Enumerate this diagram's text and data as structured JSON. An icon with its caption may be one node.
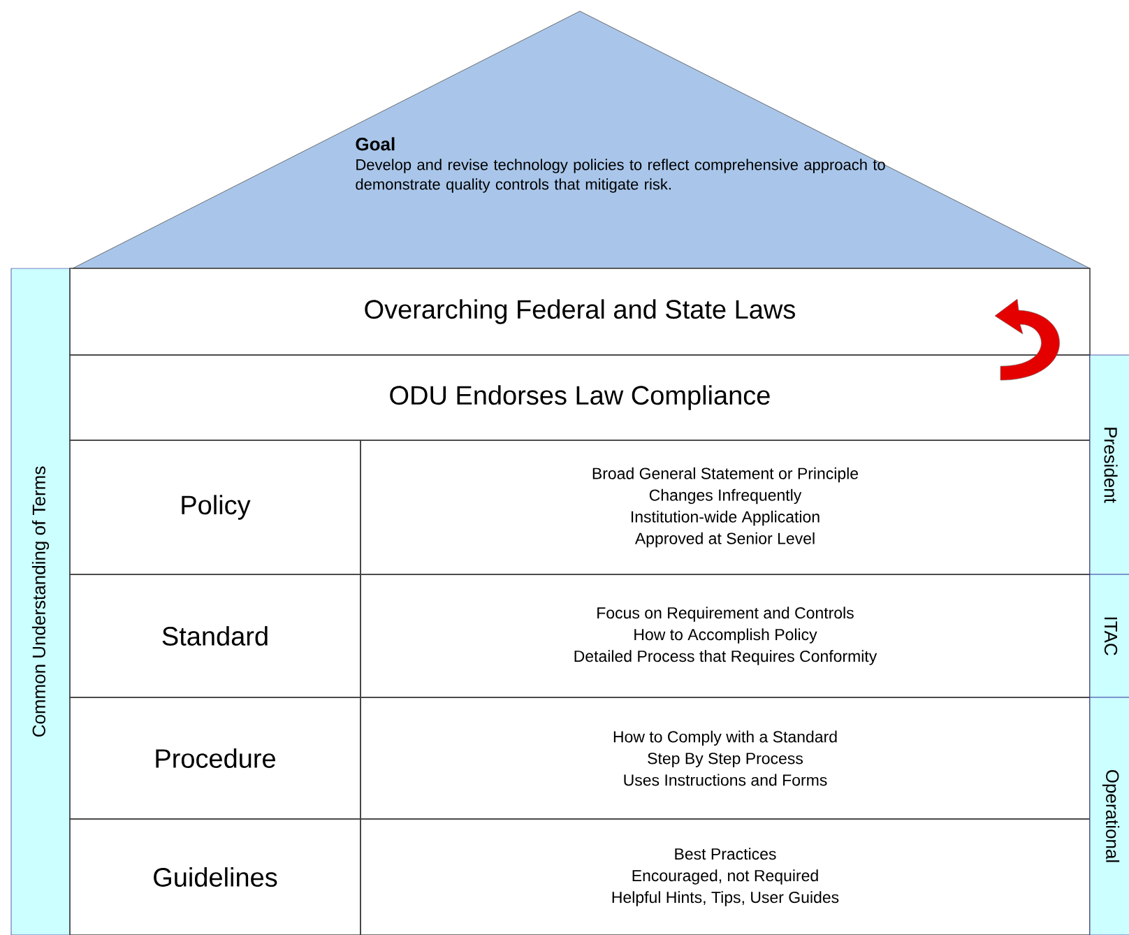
{
  "diagram": {
    "nodes": [
      {
        "text": [
          "Goal",
          "Develop and revise technology policies to reflect comprehensive approach to demonstrate quality controls that mitigate risk."
        ]
      },
      {
        "text": [
          "Common Understanding of Terms"
        ]
      },
      {
        "text": [
          "Overarching Federal and State Laws"
        ]
      },
      {
        "text": [
          "ODU Endorses Law Compliance"
        ]
      },
      {
        "text": [
          "Policy"
        ]
      },
      {
        "text": [
          "Broad General Statement or Principle",
          "Changes Infrequently",
          "Institution-wide Application",
          "Approved at Senior Level"
        ]
      },
      {
        "text": [
          "Standard"
        ]
      },
      {
        "text": [
          "Focus on Requirement and Controls",
          "How to Accomplish Policy",
          "Detailed Process that Requires Conformity"
        ]
      },
      {
        "text": [
          "Procedure"
        ]
      },
      {
        "text": [
          "How to Comply with a Standard",
          "Step By Step Process",
          "Uses Instructions and Forms"
        ]
      },
      {
        "text": [
          "Guidelines"
        ]
      },
      {
        "text": [
          "Best Practices",
          "Encouraged, not Required",
          "Helpful Hints, Tips, User Guides"
        ]
      },
      {
        "text": [
          "President"
        ]
      },
      {
        "text": [
          "ITAC"
        ]
      },
      {
        "text": [
          "Operational"
        ]
      }
    ]
  }
}
